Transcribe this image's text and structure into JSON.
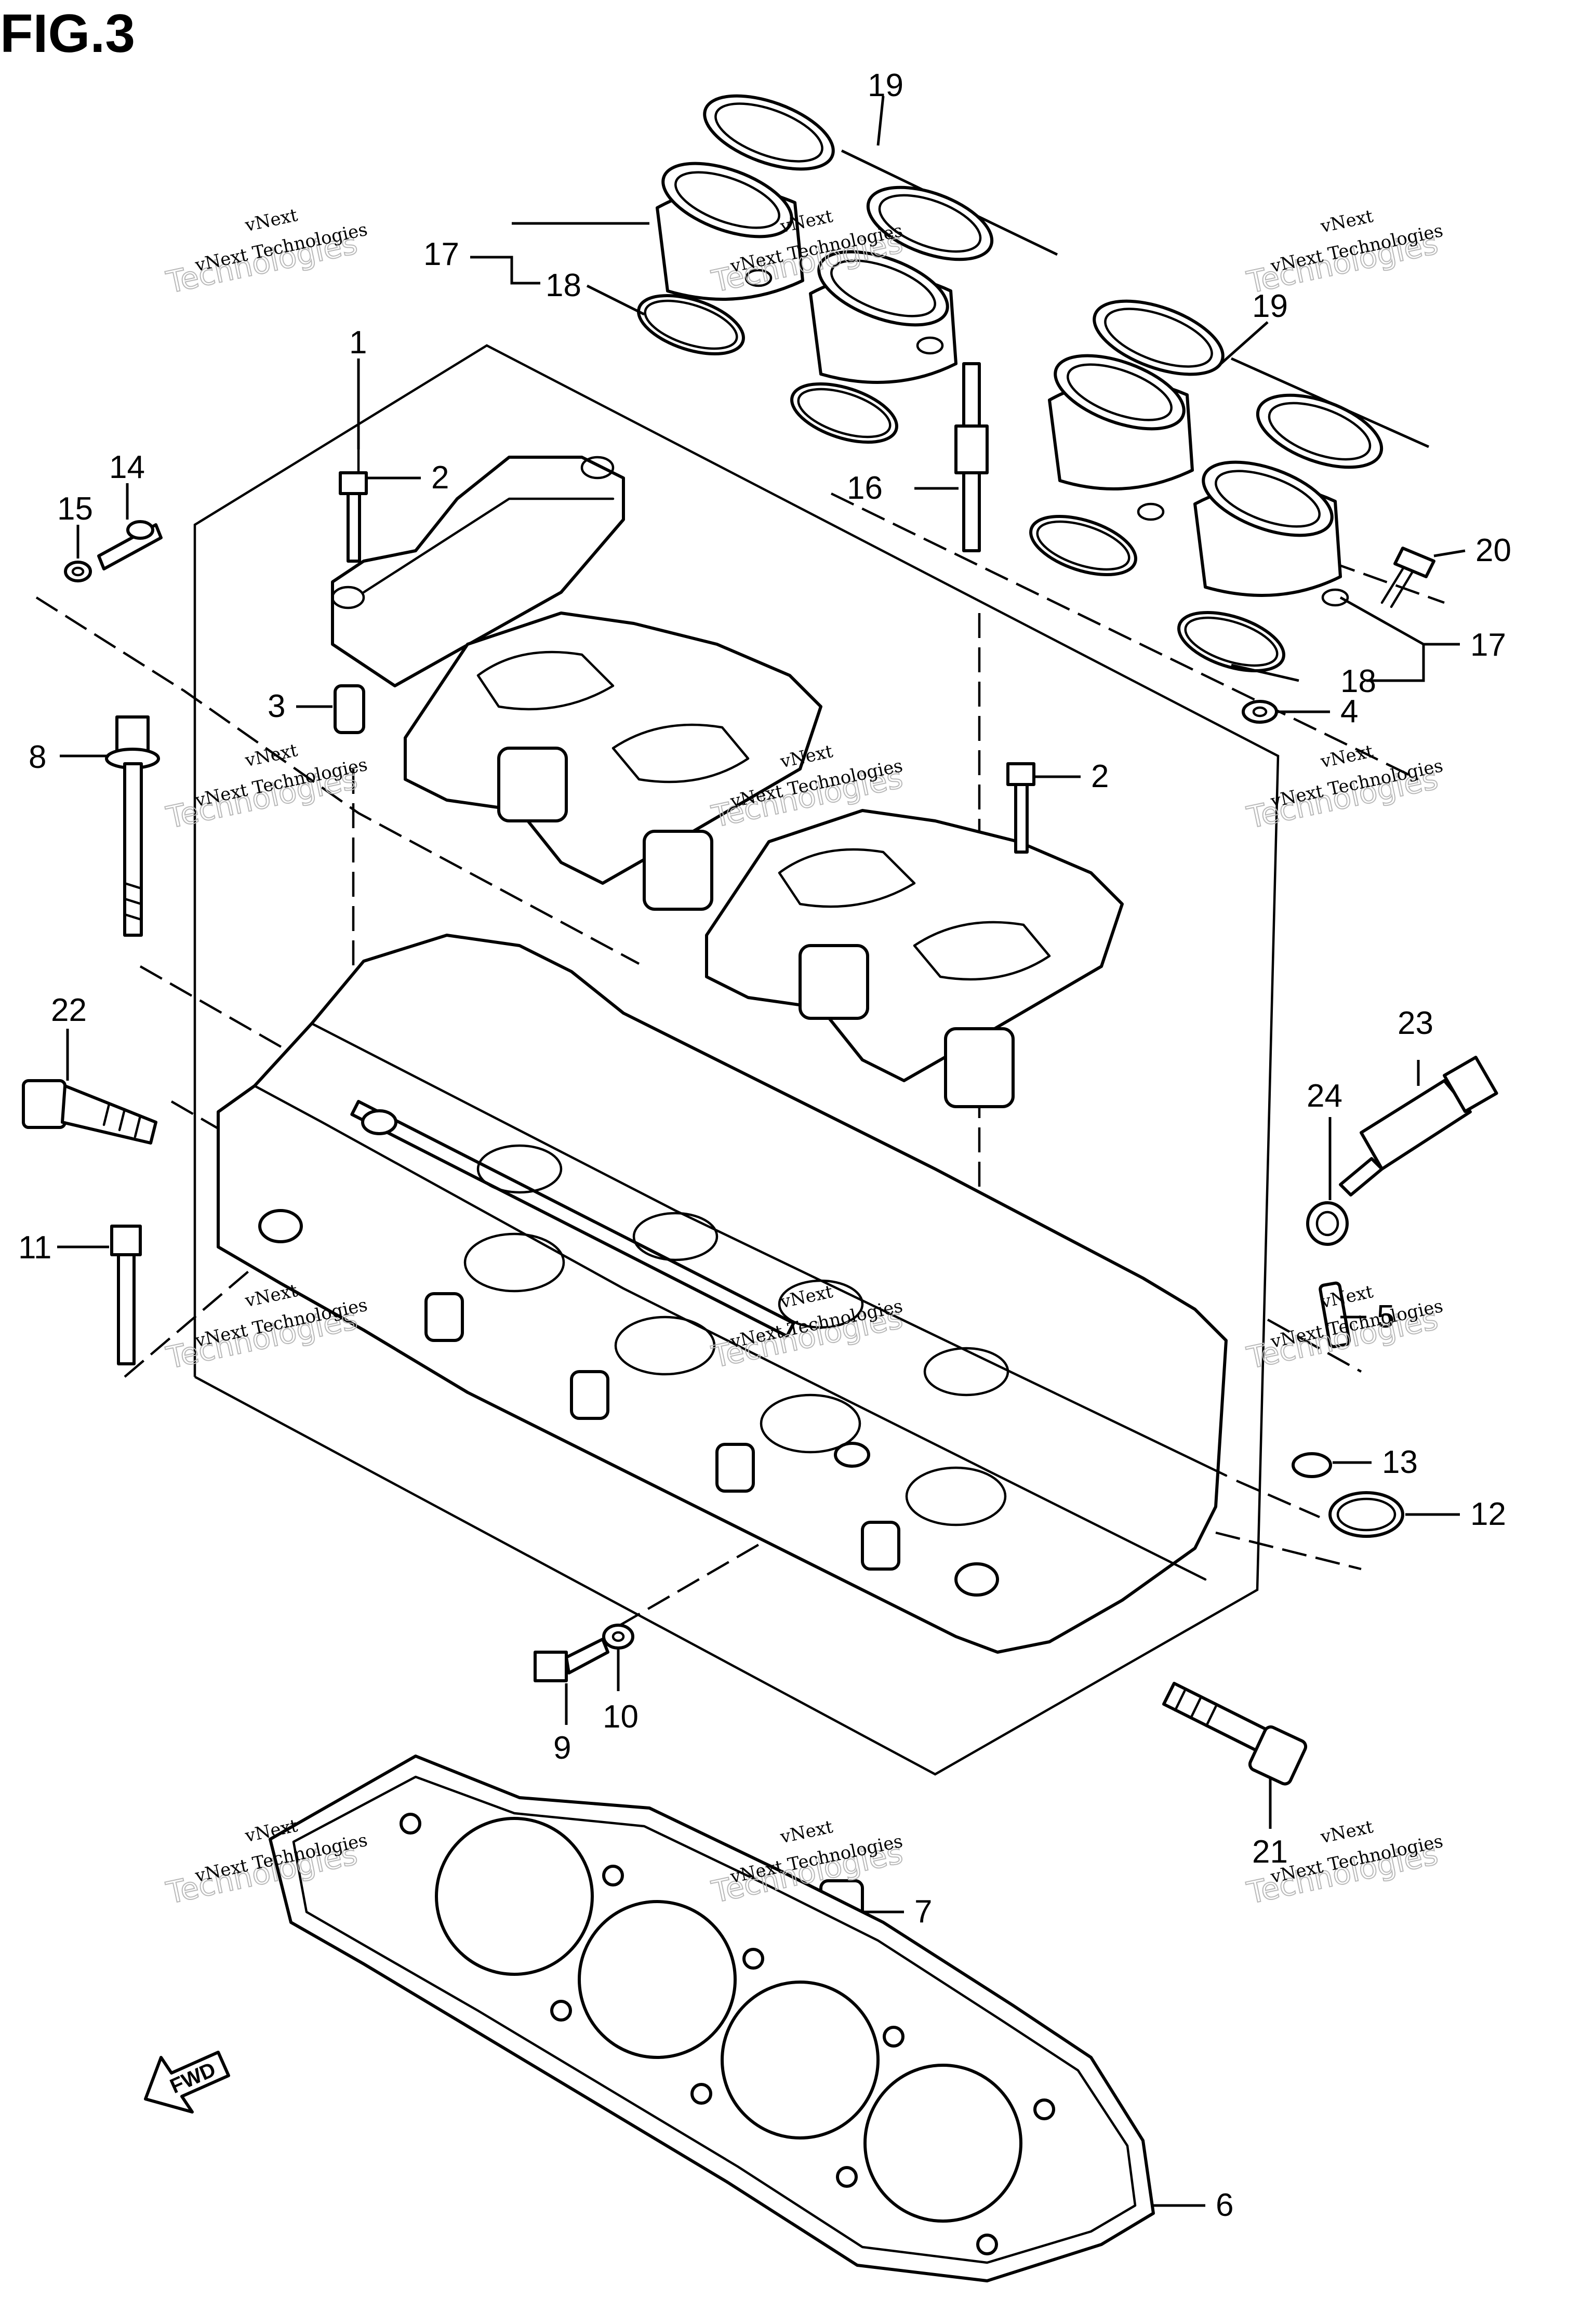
{
  "figure": {
    "title": "FIG.3"
  },
  "watermark": {
    "line1": "vNext",
    "line2": "vNext Technologies",
    "line3": "Technologies"
  },
  "fwd_label": "FWD",
  "callouts": [
    "1",
    "2",
    "2",
    "3",
    "4",
    "5",
    "6",
    "7",
    "8",
    "9",
    "10",
    "11",
    "12",
    "13",
    "14",
    "15",
    "16",
    "17",
    "17",
    "18",
    "18",
    "19",
    "19",
    "20",
    "21",
    "22",
    "23",
    "24"
  ]
}
